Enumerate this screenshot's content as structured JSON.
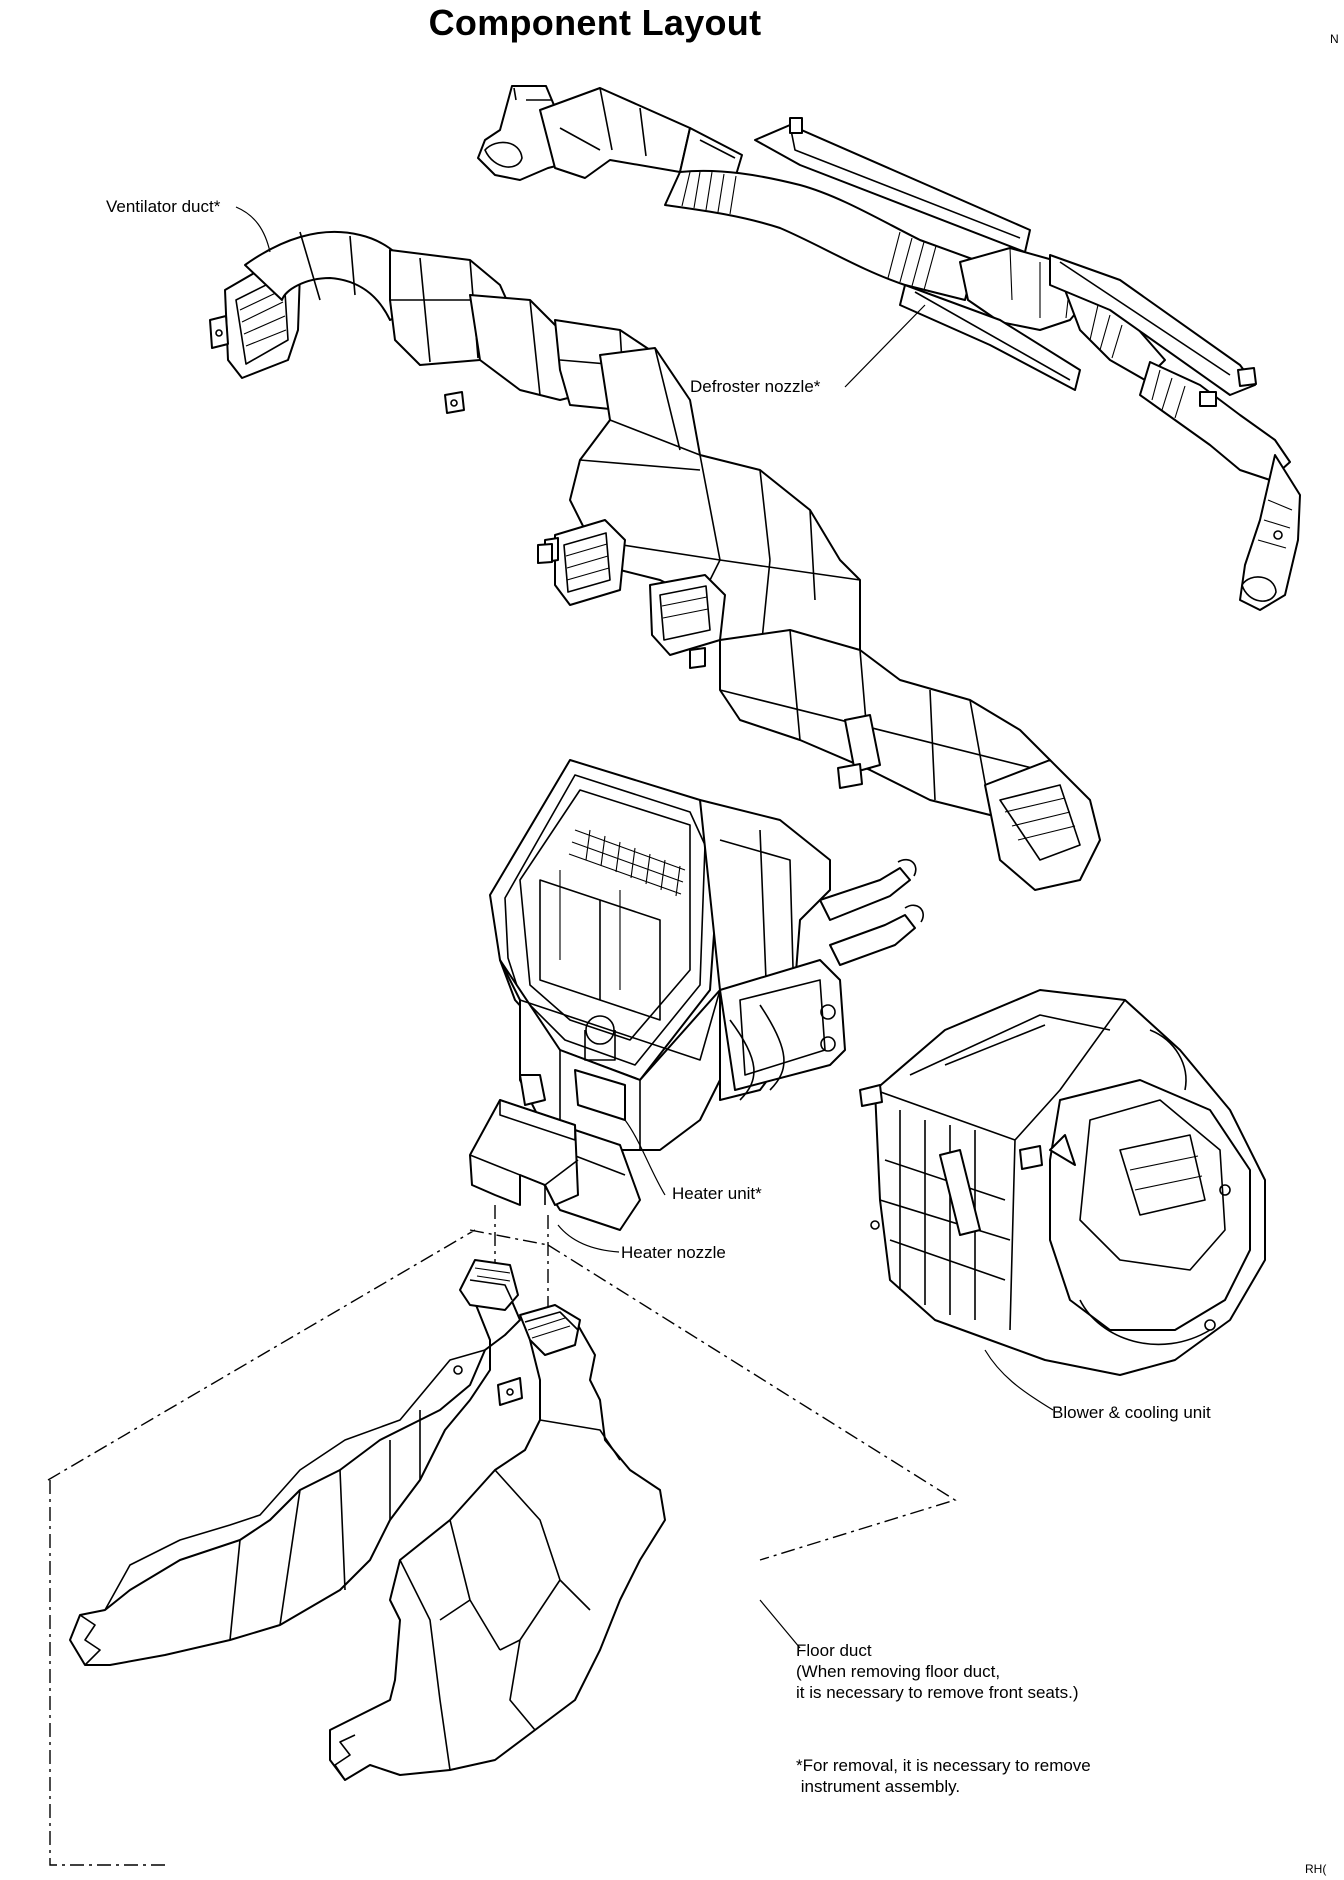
{
  "title": "Component Layout",
  "corner_top": "N",
  "corner_bottom": "RH(",
  "labels": {
    "ventilator_duct": "Ventilator duct*",
    "defroster_nozzle": "Defroster nozzle*",
    "heater_unit": "Heater unit*",
    "heater_nozzle": "Heater nozzle",
    "blower_cooling_unit": "Blower & cooling unit",
    "floor_duct_line1": "Floor duct",
    "floor_duct_line2": "(When removing floor duct,",
    "floor_duct_line3": "it is necessary to remove front seats.)",
    "note_line1": "*For removal, it is necessary to remove",
    "note_line2": " instrument assembly."
  }
}
